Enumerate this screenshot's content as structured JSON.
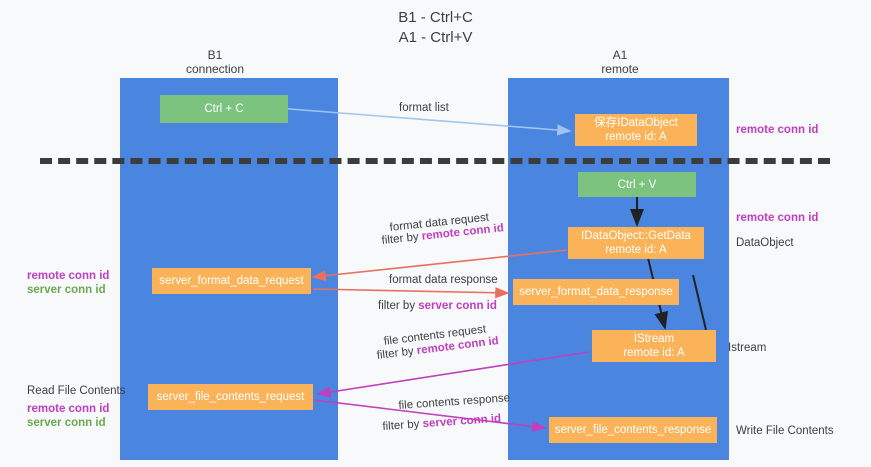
{
  "title": {
    "line1": "B1 - Ctrl+C",
    "line2": "A1 - Ctrl+V"
  },
  "columns": [
    {
      "id": "b1",
      "name": "B1",
      "role": "connection"
    },
    {
      "id": "a1",
      "name": "A1",
      "role": "remote"
    }
  ],
  "nodes": {
    "ctrl_c": {
      "label": "Ctrl + C",
      "color": "#7cc37f"
    },
    "ctrl_v": {
      "label": "Ctrl + V",
      "color": "#7cc37f"
    },
    "idataobject": {
      "line1": "保存IDataObject",
      "line2": "remote id: A",
      "color": "#fbb35a"
    },
    "getdata": {
      "line1": "IDataObject::GetData",
      "line2": "remote id: A",
      "color": "#fbb35a"
    },
    "istream": {
      "line1": "IStream",
      "line2": "remote id: A",
      "color": "#fbb35a"
    },
    "server_format_data_request": {
      "label": "server_format_data_request",
      "color": "#fbb35a"
    },
    "server_format_data_response": {
      "label": "server_format_data_response",
      "color": "#fbb35a"
    },
    "server_file_contents_request": {
      "label": "server_file_contents_request",
      "color": "#fbb35a"
    },
    "server_file_contents_response": {
      "label": "server_file_contents_response",
      "color": "#fbb35a"
    }
  },
  "edge_labels": {
    "format_list": "format list",
    "format_data_request": "format data request",
    "format_data_request_filter_prefix": "filter by ",
    "format_data_request_filter_key": "remote conn id",
    "format_data_response": "format data response",
    "format_data_response_filter_prefix": "filter by ",
    "format_data_response_filter_key": "server conn id",
    "file_contents_request": "file contents request",
    "file_contents_request_filter_prefix": "filter by ",
    "file_contents_request_filter_key": "remote conn id",
    "file_contents_response": "file contents response",
    "file_contents_response_filter_prefix": "filter by ",
    "file_contents_response_filter_key": "server conn id"
  },
  "annotations": {
    "right_remote_conn_id_1": "remote conn id",
    "right_remote_conn_id_2": "remote conn id",
    "right_dataobject": "DataObject",
    "right_istream": "Istream",
    "right_write_file_contents": "Write File Contents",
    "left_remote_conn_id_1": "remote conn id",
    "left_server_conn_id_1": "server conn id",
    "left_read_file_contents": "Read File Contents",
    "left_remote_conn_id_2": "remote conn id",
    "left_server_conn_id_2": "server conn id"
  },
  "colors": {
    "lane": "#4a86e0",
    "green_node": "#7cc37f",
    "orange_node": "#fbb35a",
    "purple_text": "#c03ec0",
    "green_text": "#6aa84f",
    "arrow_blue": "#9fc5f0",
    "arrow_red": "#e8705f",
    "arrow_magenta": "#c03ec0",
    "arrow_black": "#202124",
    "divider": "#3c3c3c",
    "background": "#f8f9fa"
  }
}
